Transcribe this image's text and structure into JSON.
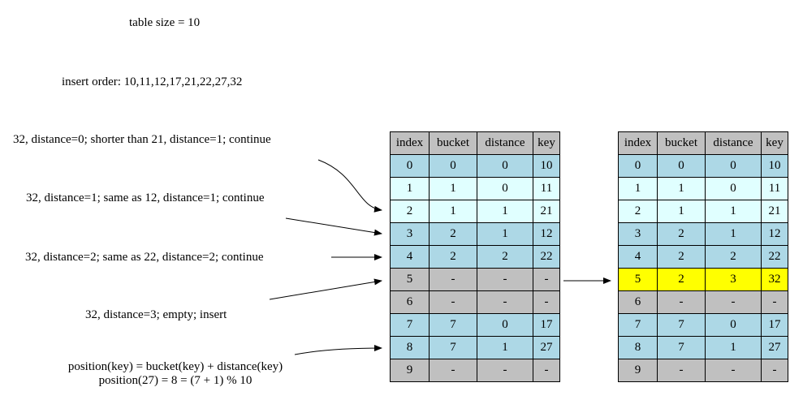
{
  "header": {
    "table_size": "table size = 10",
    "insert_order": "insert order: 10,11,12,17,21,22,27,32"
  },
  "annotations": [
    "32, distance=0; shorter than 21, distance=1; continue",
    "32, distance=1; same as 12, distance=1; continue",
    "32, distance=2; same as 22, distance=2; continue",
    "32, distance=3; empty; insert"
  ],
  "formula": {
    "line1": "position(key) = bucket(key) + distance(key)",
    "line2": "position(27) = 8 = (7 + 1) % 10"
  },
  "tables": {
    "columns": [
      "index",
      "bucket",
      "distance",
      "key"
    ],
    "colors": {
      "header": "#c0c0c0",
      "blue": "#add8e6",
      "cyan": "#e0ffff",
      "empty": "#c0c0c0",
      "inserted": "#ffff00"
    },
    "before": [
      {
        "style": "blue",
        "cells": [
          "0",
          "0",
          "0",
          "10"
        ]
      },
      {
        "style": "cyan",
        "cells": [
          "1",
          "1",
          "0",
          "11"
        ]
      },
      {
        "style": "cyan",
        "cells": [
          "2",
          "1",
          "1",
          "21"
        ]
      },
      {
        "style": "blue",
        "cells": [
          "3",
          "2",
          "1",
          "12"
        ]
      },
      {
        "style": "blue",
        "cells": [
          "4",
          "2",
          "2",
          "22"
        ]
      },
      {
        "style": "grey",
        "cells": [
          "5",
          "-",
          "-",
          "-"
        ]
      },
      {
        "style": "grey",
        "cells": [
          "6",
          "-",
          "-",
          "-"
        ]
      },
      {
        "style": "blue",
        "cells": [
          "7",
          "7",
          "0",
          "17"
        ]
      },
      {
        "style": "blue",
        "cells": [
          "8",
          "7",
          "1",
          "27"
        ]
      },
      {
        "style": "grey",
        "cells": [
          "9",
          "-",
          "-",
          "-"
        ]
      }
    ],
    "after": [
      {
        "style": "blue",
        "cells": [
          "0",
          "0",
          "0",
          "10"
        ]
      },
      {
        "style": "cyan",
        "cells": [
          "1",
          "1",
          "0",
          "11"
        ]
      },
      {
        "style": "cyan",
        "cells": [
          "2",
          "1",
          "1",
          "21"
        ]
      },
      {
        "style": "blue",
        "cells": [
          "3",
          "2",
          "1",
          "12"
        ]
      },
      {
        "style": "blue",
        "cells": [
          "4",
          "2",
          "2",
          "22"
        ]
      },
      {
        "style": "yellow",
        "cells": [
          "5",
          "2",
          "3",
          "32"
        ]
      },
      {
        "style": "grey",
        "cells": [
          "6",
          "-",
          "-",
          "-"
        ]
      },
      {
        "style": "blue",
        "cells": [
          "7",
          "7",
          "0",
          "17"
        ]
      },
      {
        "style": "blue",
        "cells": [
          "8",
          "7",
          "1",
          "27"
        ]
      },
      {
        "style": "grey",
        "cells": [
          "9",
          "-",
          "-",
          "-"
        ]
      }
    ]
  }
}
